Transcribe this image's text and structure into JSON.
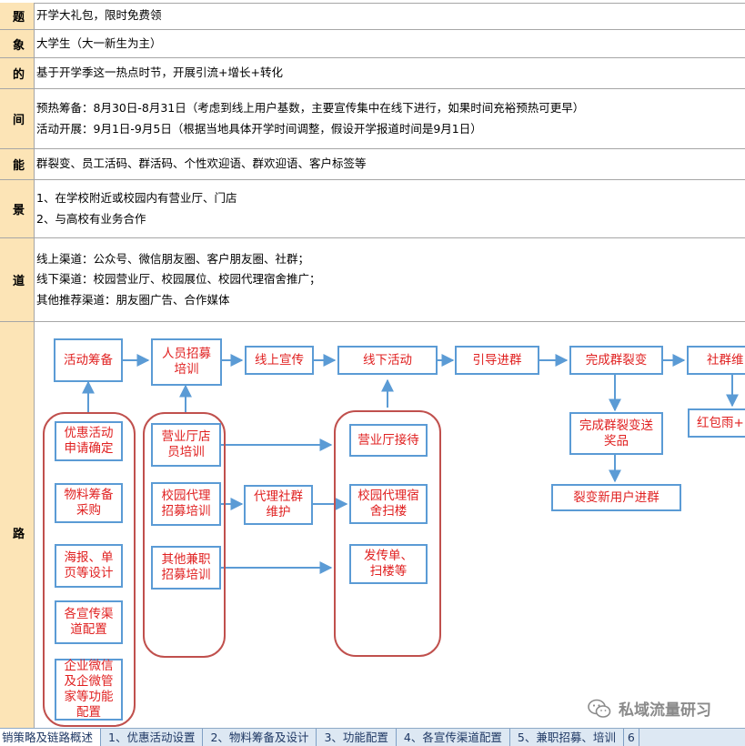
{
  "rows": [
    {
      "label": "题",
      "lines": [
        "开学大礼包，限时免费领"
      ]
    },
    {
      "label": "象",
      "lines": [
        "大学生（大一新生为主）"
      ]
    },
    {
      "label": "的",
      "lines": [
        "基于开学季这一热点时节，开展引流+增长+转化"
      ]
    },
    {
      "label": "间",
      "lines": [
        "预热筹备：8月30日-8月31日（考虑到线上用户基数，主要宣传集中在线下进行，如果时间充裕预热可更早）",
        "活动开展：9月1日-9月5日（根据当地具体开学时间调整，假设开学报道时间是9月1日）"
      ]
    },
    {
      "label": "能",
      "lines": [
        "群裂变、员工活码、群活码、个性欢迎语、群欢迎语、客户标签等"
      ]
    },
    {
      "label": "景",
      "lines": [
        "1、在学校附近或校园内有营业厅、门店",
        "2、与高校有业务合作"
      ]
    },
    {
      "label": "道",
      "lines": [
        "线上渠道：公众号、微信朋友圈、客户朋友圈、社群；",
        "线下渠道：校园营业厅、校园展位、校园代理宿舍推广；",
        "其他推荐渠道：朋友圈广告、合作媒体"
      ]
    },
    {
      "label": "路"
    }
  ],
  "flow": {
    "b1": "活动筹备",
    "b2": "人员招募培训",
    "b3": "线上宣传",
    "b4": "线下活动",
    "b5": "引导进群",
    "b6": "完成群裂变",
    "b7": "社群维",
    "c1": "优惠活动申请确定",
    "c2": "物料筹备采购",
    "c3": "海报、单页等设计",
    "c4": "各宣传渠道配置",
    "c5": "企业微信及企微管家等功能配置",
    "d1": "营业厅店员培训",
    "d2": "校园代理招募培训",
    "d3": "其他兼职招募培训",
    "e1": "代理社群维护",
    "f1": "营业厅接待",
    "f2": "校园代理宿舍扫楼",
    "f3": "发传单、扫楼等",
    "g1": "完成群裂变送奖品",
    "g2": "裂变新用户进群",
    "h1": "红包雨+"
  },
  "tabs": [
    "销策略及链路概述",
    "1、优惠活动设置",
    "2、物料筹备及设计",
    "3、功能配置",
    "4、各宣传渠道配置",
    "5、兼职招募、培训",
    "6"
  ],
  "watermark": "私域流量研习"
}
